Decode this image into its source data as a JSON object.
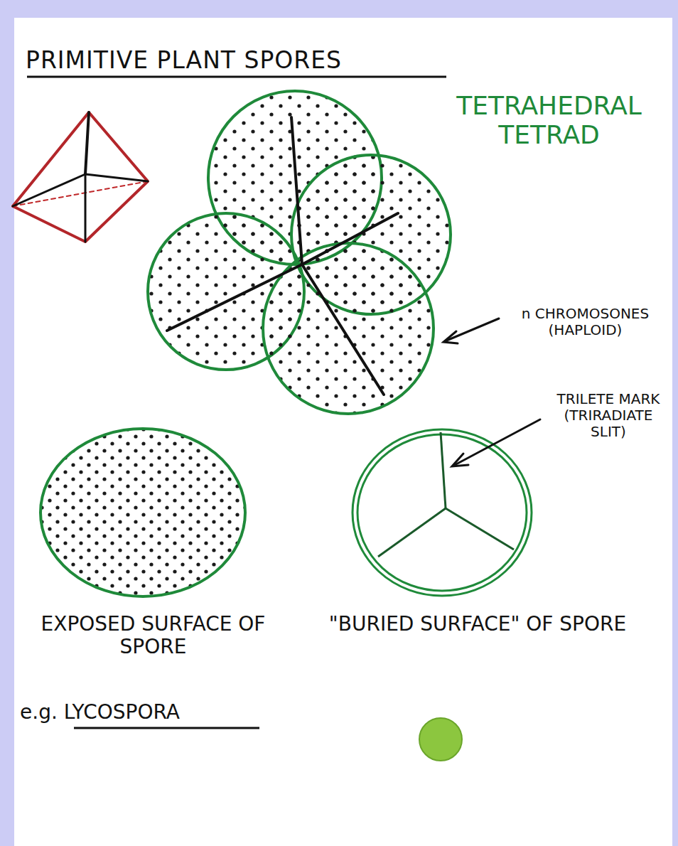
{
  "diagram": {
    "title": "PRIMITIVE PLANT SPORES",
    "labels": [
      "TETRAHEDRAL TETRAD",
      "n CHROMOSONES (HAPLOID)",
      "TRILETE MARK (TRIRADIATE SLIT)",
      "EXPOSED SURFACE OF SPORE",
      "\"BURIED SURFACE\" OF SPORE",
      "e.g. LYCOSPORA"
    ]
  }
}
